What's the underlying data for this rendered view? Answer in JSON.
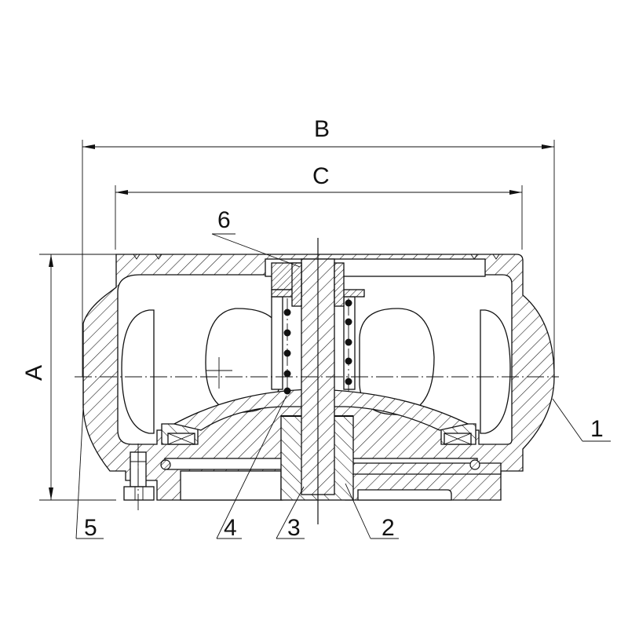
{
  "dimensions": {
    "overall_width": "B",
    "inner_width": "C",
    "height": "A"
  },
  "parts": [
    {
      "number": "1"
    },
    {
      "number": "2"
    },
    {
      "number": "3"
    },
    {
      "number": "4"
    },
    {
      "number": "5"
    },
    {
      "number": "6"
    }
  ]
}
